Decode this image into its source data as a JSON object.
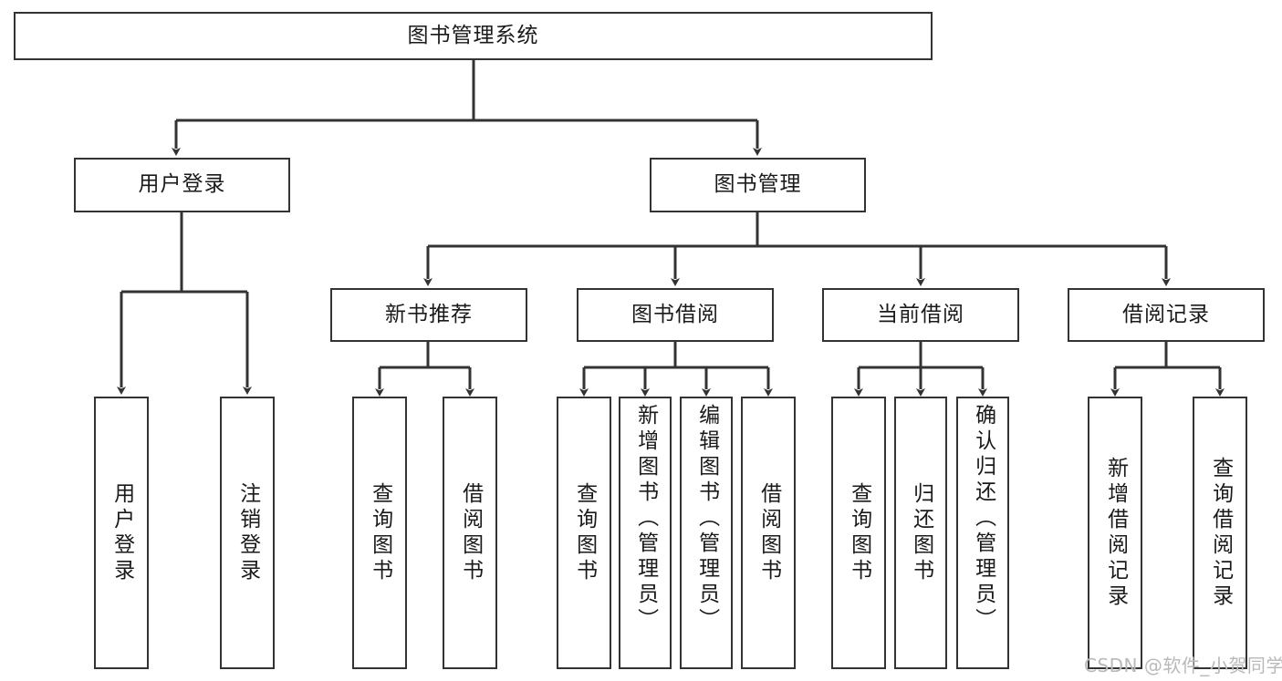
{
  "diagram": {
    "title": "图书管理系统",
    "type": "tree-hierarchy-chart",
    "root": {
      "label": "图书管理系统"
    },
    "level2": [
      {
        "label": "用户登录"
      },
      {
        "label": "图书管理"
      }
    ],
    "level3": [
      {
        "label": "新书推荐"
      },
      {
        "label": "图书借阅"
      },
      {
        "label": "当前借阅"
      },
      {
        "label": "借阅记录"
      }
    ],
    "leaves": {
      "user_login": [
        {
          "label": "用户登录"
        },
        {
          "label": "注销登录"
        }
      ],
      "new_book_recommend": [
        {
          "label": "查询图书"
        },
        {
          "label": "借阅图书"
        }
      ],
      "book_borrow": [
        {
          "label": "查询图书"
        },
        {
          "label": "新增图书（管理员）"
        },
        {
          "label": "编辑图书（管理员）"
        },
        {
          "label": "借阅图书"
        }
      ],
      "current_borrow": [
        {
          "label": "查询图书"
        },
        {
          "label": "归还图书"
        },
        {
          "label": "确认归还（管理员）"
        }
      ],
      "borrow_record": [
        {
          "label": "新增借阅记录"
        },
        {
          "label": "查询借阅记录"
        }
      ]
    }
  },
  "watermark": {
    "text": "CSDN @软件_小贺同学"
  },
  "colors": {
    "stroke": "#333333",
    "background": "#ffffff",
    "text": "#1a1a1a",
    "watermark": "#b9b9b9"
  }
}
